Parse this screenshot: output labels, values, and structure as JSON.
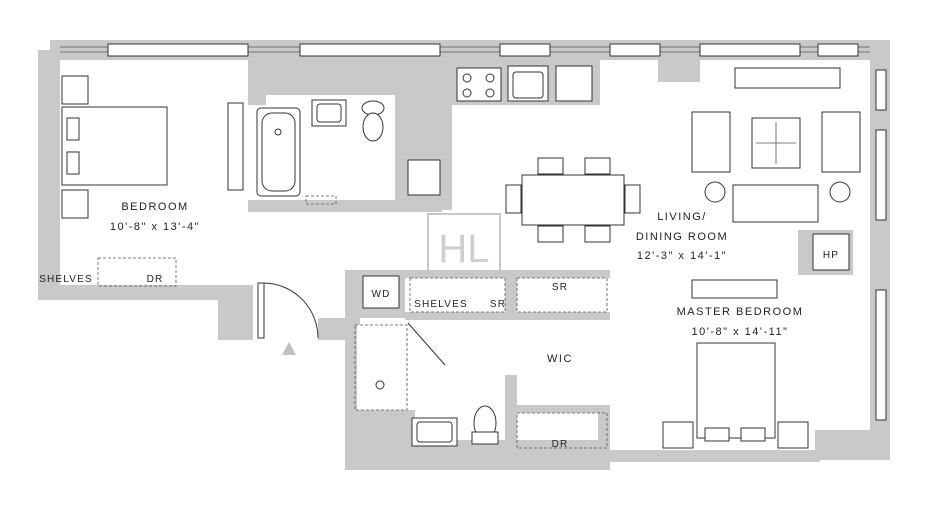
{
  "rooms": {
    "bedroom": {
      "name": "BEDROOM",
      "dims": "10'-8\" x 13'-4\""
    },
    "living": {
      "name_line1": "LIVING/",
      "name_line2": "DINING ROOM",
      "dims": "12'-3\" x 14'-1\""
    },
    "master": {
      "name": "MASTER BEDROOM",
      "dims": "10'-8\" x 14'-11\""
    },
    "wic": "WIC"
  },
  "labels": {
    "shelves_bedroom": "SHELVES",
    "dr_bedroom": "DR",
    "wd": "WD",
    "shelves_hall": "SHELVES",
    "sr_hall": "SR",
    "sr_closet": "SR",
    "dr_wic": "DR",
    "hp": "HP"
  },
  "logo": {
    "text": "HL"
  },
  "colors": {
    "wall": "#c9c9c9",
    "line": "#333333",
    "background": "#ffffff"
  }
}
